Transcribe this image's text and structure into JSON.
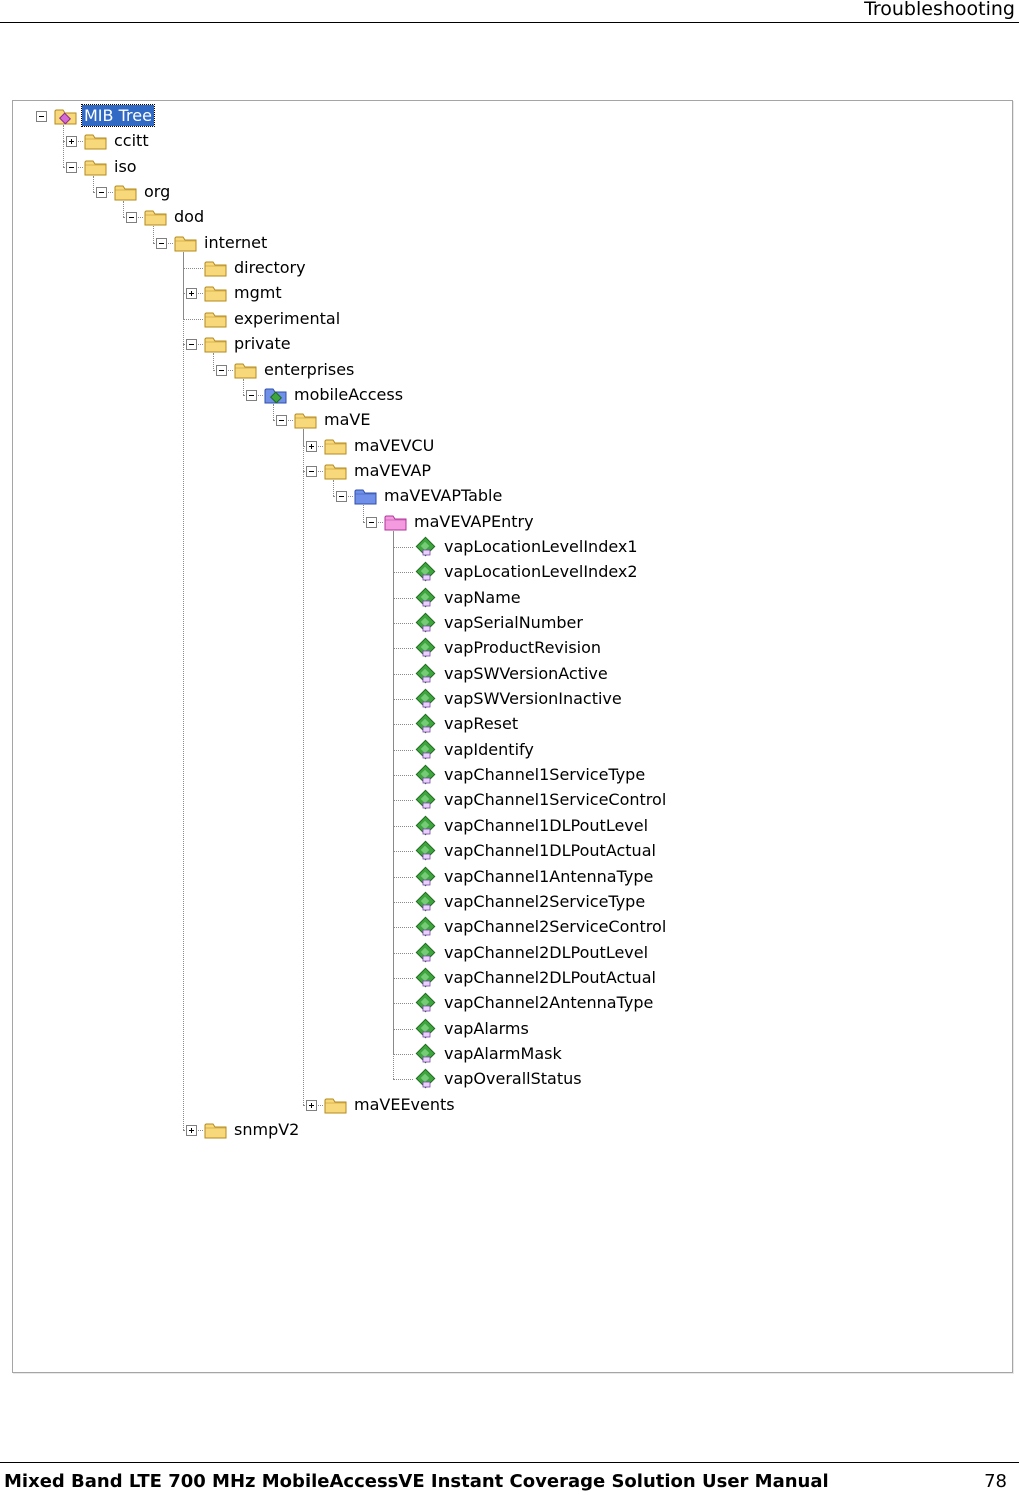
{
  "header": {
    "section": "Troubleshooting"
  },
  "footer": {
    "manual_title": "Mixed Band LTE 700 MHz MobileAccessVE Instant Coverage Solution User Manual",
    "page_number": "78"
  },
  "colors": {
    "selection": "#316ac5",
    "folder": "#f7d87a",
    "blue_folder": "#6f8fe8",
    "pink_folder": "#f39bde",
    "leaf": "#3fa63f"
  },
  "tree": [
    {
      "label": "MIB Tree",
      "level": 0,
      "icon": "mib-root-icon",
      "toggle": "minus",
      "selected": true
    },
    {
      "label": "ccitt",
      "level": 1,
      "icon": "folder-icon",
      "toggle": "plus"
    },
    {
      "label": "iso",
      "level": 1,
      "icon": "folder-icon",
      "toggle": "minus"
    },
    {
      "label": "org",
      "level": 2,
      "icon": "folder-icon",
      "toggle": "minus"
    },
    {
      "label": "dod",
      "level": 3,
      "icon": "folder-icon",
      "toggle": "minus"
    },
    {
      "label": "internet",
      "level": 4,
      "icon": "folder-icon",
      "toggle": "minus"
    },
    {
      "label": "directory",
      "level": 5,
      "icon": "folder-icon",
      "toggle": "none"
    },
    {
      "label": "mgmt",
      "level": 5,
      "icon": "folder-icon",
      "toggle": "plus"
    },
    {
      "label": "experimental",
      "level": 5,
      "icon": "folder-icon",
      "toggle": "none"
    },
    {
      "label": "private",
      "level": 5,
      "icon": "folder-icon",
      "toggle": "minus"
    },
    {
      "label": "enterprises",
      "level": 6,
      "icon": "folder-icon",
      "toggle": "minus"
    },
    {
      "label": "mobileAccess",
      "level": 7,
      "icon": "module-folder-icon",
      "toggle": "minus"
    },
    {
      "label": "maVE",
      "level": 8,
      "icon": "folder-icon",
      "toggle": "minus"
    },
    {
      "label": "maVEVCU",
      "level": 9,
      "icon": "folder-icon",
      "toggle": "plus"
    },
    {
      "label": "maVEVAP",
      "level": 9,
      "icon": "folder-icon",
      "toggle": "minus"
    },
    {
      "label": "maVEVAPTable",
      "level": 10,
      "icon": "table-folder-icon",
      "toggle": "minus"
    },
    {
      "label": "maVEVAPEntry",
      "level": 11,
      "icon": "entry-folder-icon",
      "toggle": "minus"
    },
    {
      "label": "vapLocationLevelIndex1",
      "level": 12,
      "icon": "leaf-object-icon",
      "toggle": "none"
    },
    {
      "label": "vapLocationLevelIndex2",
      "level": 12,
      "icon": "leaf-object-icon",
      "toggle": "none"
    },
    {
      "label": "vapName",
      "level": 12,
      "icon": "leaf-object-icon",
      "toggle": "none"
    },
    {
      "label": "vapSerialNumber",
      "level": 12,
      "icon": "leaf-object-icon",
      "toggle": "none"
    },
    {
      "label": "vapProductRevision",
      "level": 12,
      "icon": "leaf-object-icon",
      "toggle": "none"
    },
    {
      "label": "vapSWVersionActive",
      "level": 12,
      "icon": "leaf-object-icon",
      "toggle": "none"
    },
    {
      "label": "vapSWVersionInactive",
      "level": 12,
      "icon": "leaf-object-icon",
      "toggle": "none"
    },
    {
      "label": "vapReset",
      "level": 12,
      "icon": "leaf-object-icon",
      "toggle": "none"
    },
    {
      "label": "vapIdentify",
      "level": 12,
      "icon": "leaf-object-icon",
      "toggle": "none"
    },
    {
      "label": "vapChannel1ServiceType",
      "level": 12,
      "icon": "leaf-object-icon",
      "toggle": "none"
    },
    {
      "label": "vapChannel1ServiceControl",
      "level": 12,
      "icon": "leaf-object-icon",
      "toggle": "none"
    },
    {
      "label": "vapChannel1DLPoutLevel",
      "level": 12,
      "icon": "leaf-object-icon",
      "toggle": "none"
    },
    {
      "label": "vapChannel1DLPoutActual",
      "level": 12,
      "icon": "leaf-object-icon",
      "toggle": "none"
    },
    {
      "label": "vapChannel1AntennaType",
      "level": 12,
      "icon": "leaf-object-icon",
      "toggle": "none"
    },
    {
      "label": "vapChannel2ServiceType",
      "level": 12,
      "icon": "leaf-object-icon",
      "toggle": "none"
    },
    {
      "label": "vapChannel2ServiceControl",
      "level": 12,
      "icon": "leaf-object-icon",
      "toggle": "none"
    },
    {
      "label": "vapChannel2DLPoutLevel",
      "level": 12,
      "icon": "leaf-object-icon",
      "toggle": "none"
    },
    {
      "label": "vapChannel2DLPoutActual",
      "level": 12,
      "icon": "leaf-object-icon",
      "toggle": "none"
    },
    {
      "label": "vapChannel2AntennaType",
      "level": 12,
      "icon": "leaf-object-icon",
      "toggle": "none"
    },
    {
      "label": "vapAlarms",
      "level": 12,
      "icon": "leaf-object-icon",
      "toggle": "none"
    },
    {
      "label": "vapAlarmMask",
      "level": 12,
      "icon": "leaf-object-icon",
      "toggle": "none"
    },
    {
      "label": "vapOverallStatus",
      "level": 12,
      "icon": "leaf-object-icon",
      "toggle": "none"
    },
    {
      "label": "maVEEvents",
      "level": 9,
      "icon": "folder-icon",
      "toggle": "plus"
    },
    {
      "label": "snmpV2",
      "level": 5,
      "icon": "folder-icon",
      "toggle": "plus"
    }
  ]
}
